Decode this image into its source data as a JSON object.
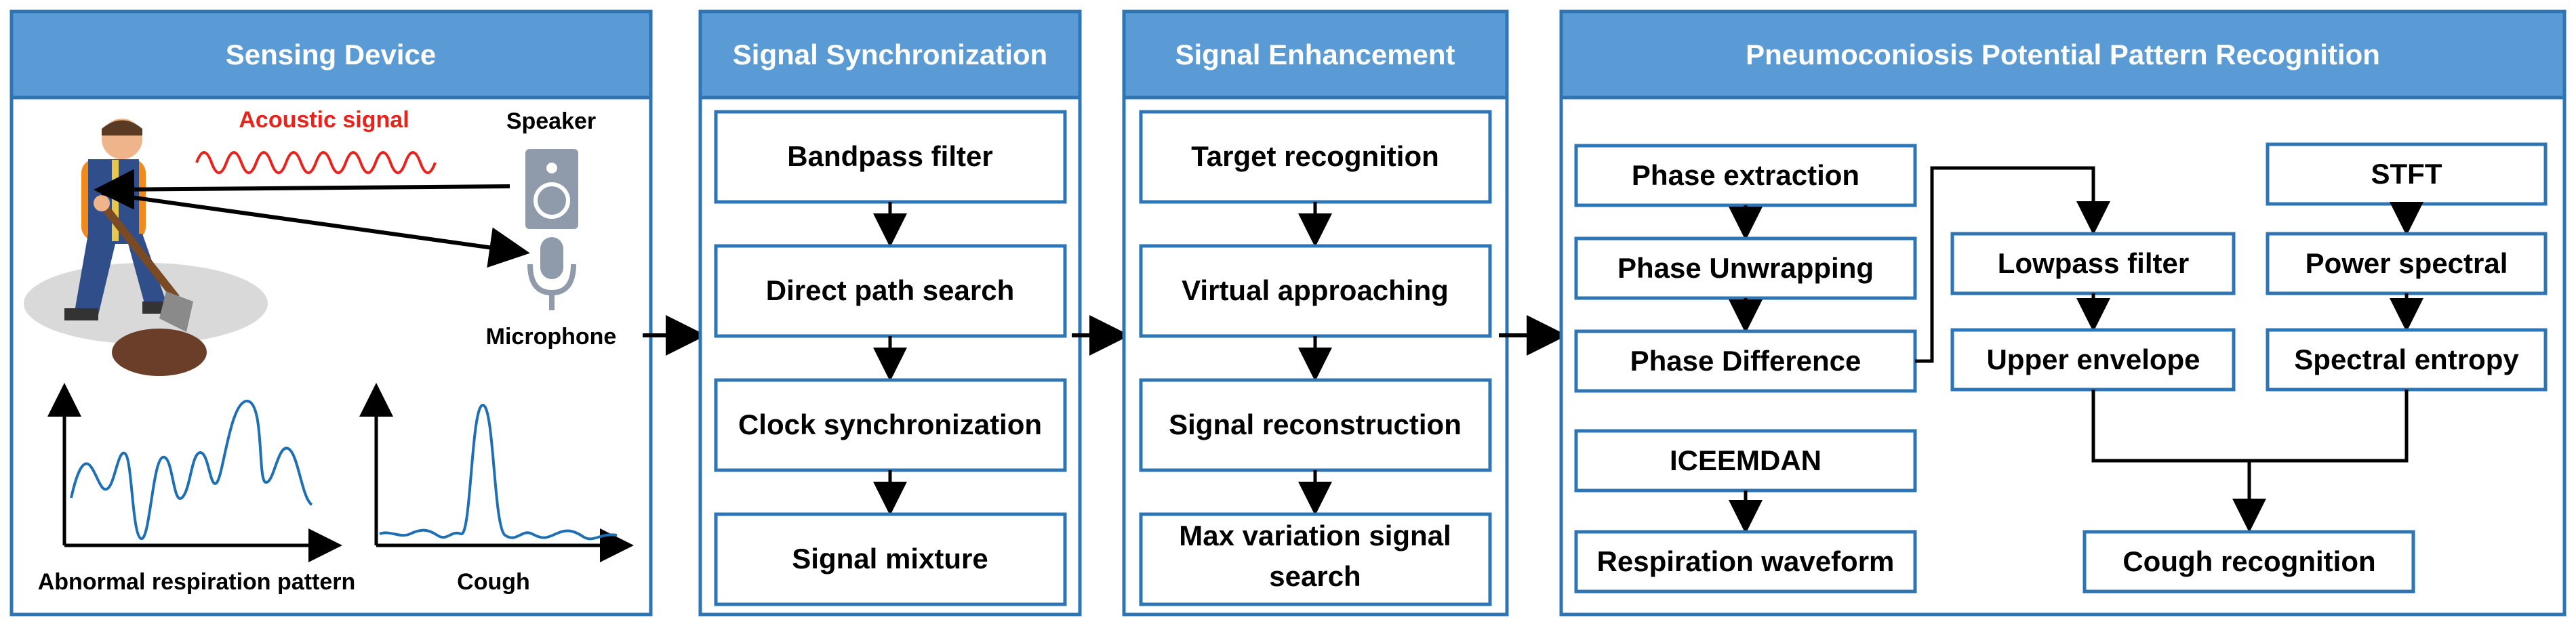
{
  "panels": {
    "sensing": "Sensing Device",
    "sync": "Signal Synchronization",
    "enhance": "Signal Enhancement",
    "recog": "Pneumoconiosis Potential Pattern Recognition"
  },
  "sensing": {
    "acoustic_signal": "Acoustic signal",
    "speaker": "Speaker",
    "microphone": "Microphone",
    "abnormal_respiration": "Abnormal respiration pattern",
    "cough": "Cough"
  },
  "sync_steps": [
    "Bandpass filter",
    "Direct path search",
    "Clock synchronization",
    "Signal mixture"
  ],
  "enhance_steps": {
    "target": "Target recognition",
    "virtual": "Virtual approaching",
    "reconstruct": "Signal reconstruction",
    "max_line1": "Max variation signal",
    "max_line2": "search"
  },
  "recog": {
    "phase_extraction": "Phase extraction",
    "phase_unwrapping": "Phase Unwrapping",
    "phase_difference": "Phase Difference",
    "iceemdan": "ICEEMDAN",
    "respiration_waveform": "Respiration waveform",
    "lowpass": "Lowpass filter",
    "upper_envelope": "Upper envelope",
    "stft": "STFT",
    "power_spectral": "Power spectral",
    "spectral_entropy": "Spectral entropy",
    "cough_recognition": "Cough recognition"
  },
  "colors": {
    "header": "#5B9BD5",
    "border": "#2E75B6",
    "acoustic": "#E8231C",
    "wave": "#1F6FB5"
  }
}
